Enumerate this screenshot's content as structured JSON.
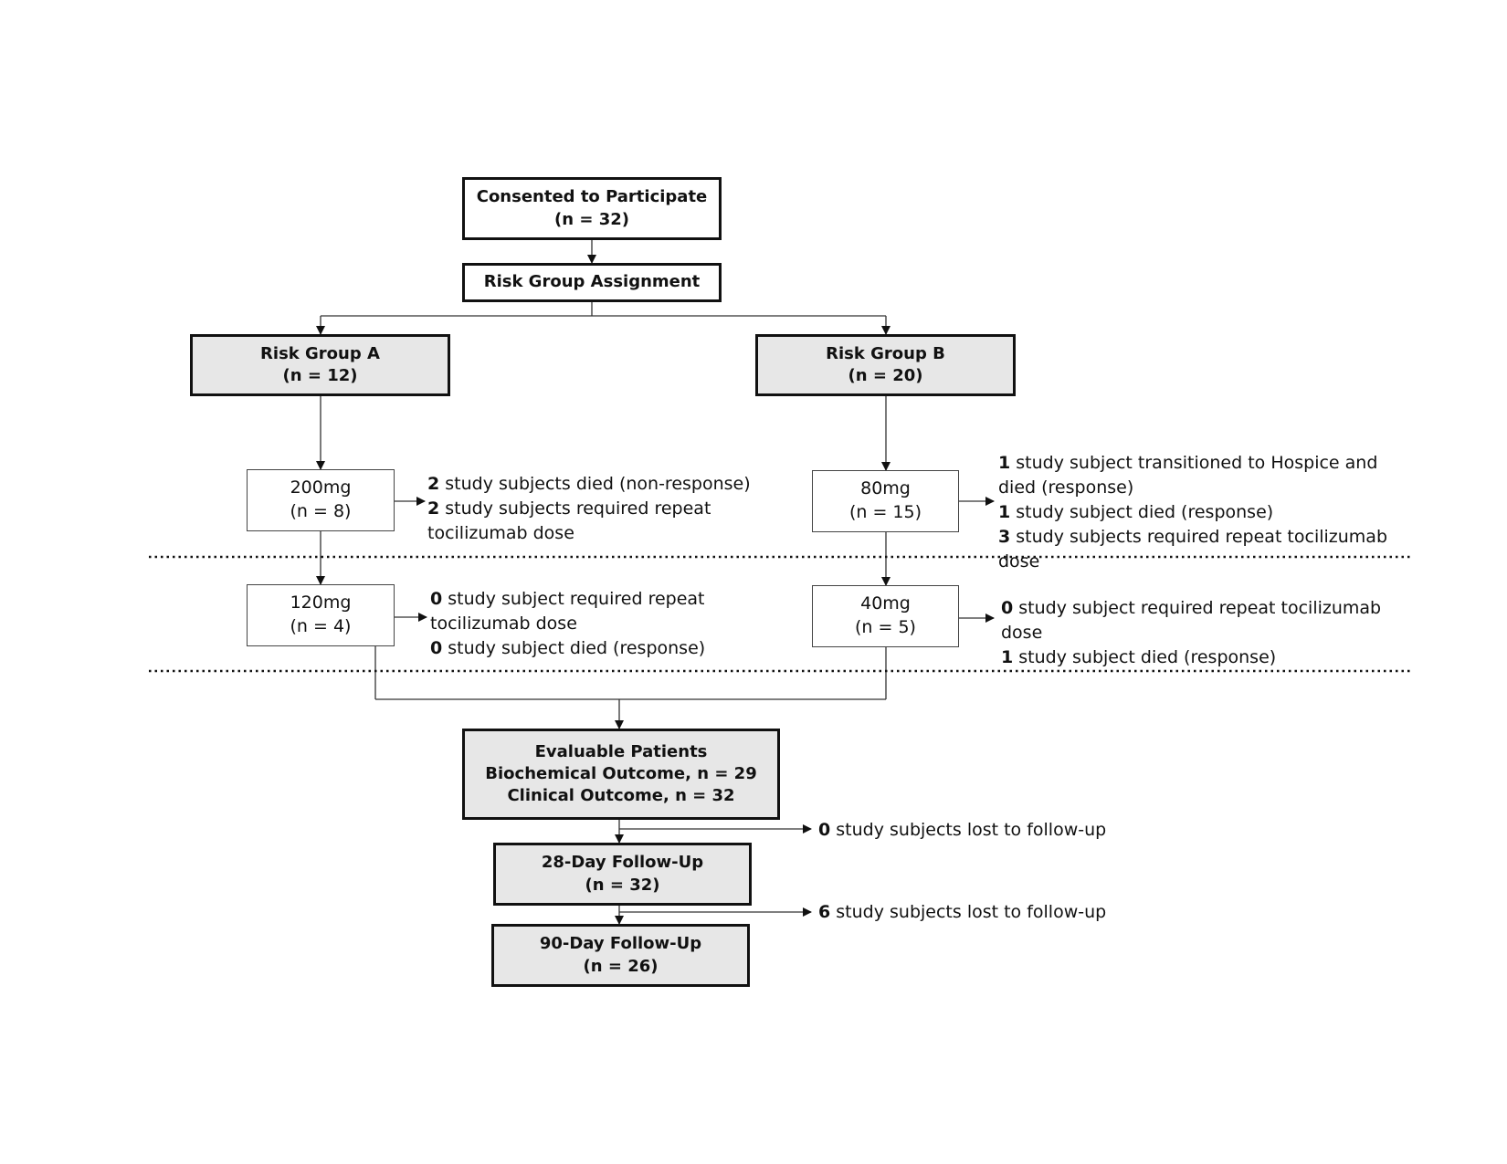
{
  "flow": {
    "consent": {
      "title": "Consented to Participate",
      "n": "(n = 32)"
    },
    "assignment": {
      "title": "Risk Group Assignment"
    },
    "group_a": {
      "title": "Risk Group A",
      "n": "(n = 12)"
    },
    "group_b": {
      "title": "Risk Group B",
      "n": "(n = 20)"
    },
    "a_dose1": {
      "dose": "200mg",
      "n": "(n = 8)"
    },
    "a_dose2": {
      "dose": "120mg",
      "n": "(n = 4)"
    },
    "b_dose1": {
      "dose": "80mg",
      "n": "(n = 15)"
    },
    "b_dose2": {
      "dose": "40mg",
      "n": "(n = 5)"
    },
    "evaluable": {
      "title": "Evaluable Patients",
      "biochemical": "Biochemical Outcome, n = 29",
      "clinical": "Clinical Outcome, n = 32"
    },
    "fu28": {
      "title": "28-Day Follow-Up",
      "n": "(n = 32)"
    },
    "fu90": {
      "title": "90-Day Follow-Up",
      "n": "(n = 26)"
    }
  },
  "notes": {
    "a_dose1": [
      {
        "count": "2",
        "text": " study subjects died (non-response)"
      },
      {
        "count": "2",
        "text": " study subjects required repeat tocilizumab dose"
      }
    ],
    "a_dose2": [
      {
        "count": "0",
        "text": " study subject required repeat tocilizumab dose"
      },
      {
        "count": "0",
        "text": " study subject died (response)"
      }
    ],
    "b_dose1": [
      {
        "count": "1",
        "text": " study subject transitioned to Hospice and died (response)"
      },
      {
        "count": "1",
        "text": " study subject died (response)"
      },
      {
        "count": "3",
        "text": " study subjects required repeat tocilizumab dose"
      }
    ],
    "b_dose2": [
      {
        "count": "0",
        "text": " study subject required repeat tocilizumab dose"
      },
      {
        "count": "1",
        "text": " study subject died (response)"
      }
    ],
    "lost28": {
      "count": "0",
      "text": " study subjects lost to follow-up"
    },
    "lost90": {
      "count": "6",
      "text": " study subjects lost to follow-up"
    }
  }
}
